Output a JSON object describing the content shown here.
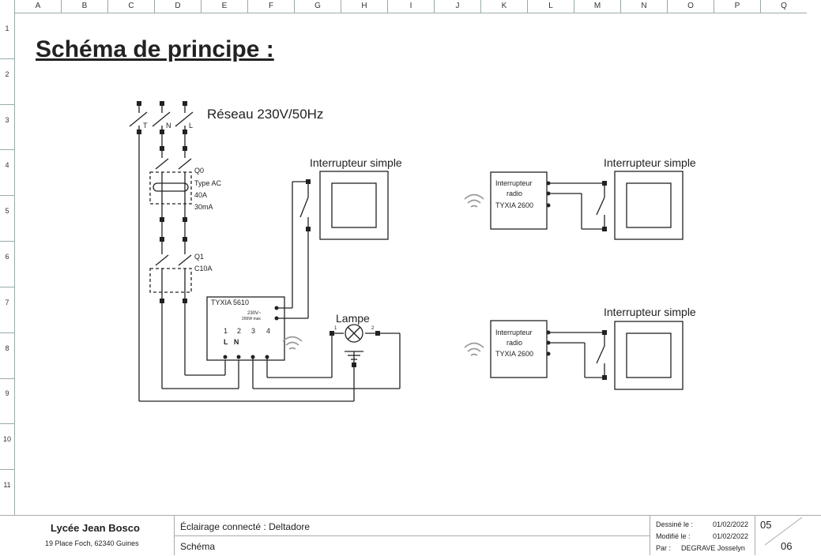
{
  "grid": {
    "columns": [
      "A",
      "B",
      "C",
      "D",
      "E",
      "F",
      "G",
      "H",
      "I",
      "J",
      "K",
      "L",
      "M",
      "N",
      "O",
      "P",
      "Q"
    ],
    "rows": [
      "1",
      "2",
      "3",
      "4",
      "5",
      "6",
      "7",
      "8",
      "9",
      "10",
      "11"
    ]
  },
  "title": "Schéma de principe :",
  "diagram": {
    "network_label": "Réseau 230V/50Hz",
    "phase_labels": [
      "T",
      "N",
      "L"
    ],
    "q0": {
      "name": "Q0",
      "type": "Type AC",
      "rating": "40A",
      "sensitivity": "30mA"
    },
    "q1": {
      "name": "Q1",
      "rating": "C10A"
    },
    "module": {
      "name": "TYXIA 5610",
      "spec1": "230V~",
      "spec2": "200W max",
      "terminals": [
        "1",
        "2",
        "3",
        "4"
      ],
      "ln": "L   N"
    },
    "lamp_label": "Lampe",
    "lamp_pins": [
      "1",
      "2"
    ],
    "switch_labels": [
      "Interrupteur simple",
      "Interrupteur simple",
      "Interrupteur simple"
    ],
    "radio": {
      "line1": "Interrupteur",
      "line2": "radio",
      "line3": "TYXIA 2600"
    }
  },
  "footer": {
    "school": "Lycée Jean Bosco",
    "address": "19 Place Foch, 62340 Guines",
    "project": "Éclairage connecté : Deltadore",
    "doc_type": "Schéma",
    "drawn_label": "Dessiné le :",
    "drawn_date": "01/02/2022",
    "modified_label": "Modifié le :",
    "modified_date": "01/02/2022",
    "by_label": "Par :",
    "author": "DEGRAVE Josselyn",
    "page": "05",
    "total_pages": "06"
  }
}
